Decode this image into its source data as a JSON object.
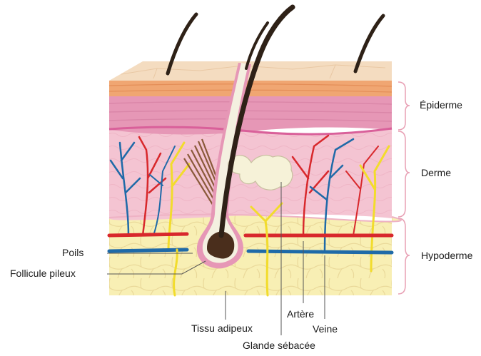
{
  "labels": {
    "epiderme": "Épiderme",
    "derme": "Derme",
    "hypoderme": "Hypoderme",
    "poils": "Poils",
    "follicule_pileux": "Follicule pileux",
    "tissu_adipeux": "Tissu adipeux",
    "artere": "Artère",
    "veine": "Veine",
    "glande_sebacee": "Glande sébacée"
  },
  "colors": {
    "surface": "#f4dcc0",
    "stratum": "#f0a672",
    "epidermis": "#e697b6",
    "dermis": "#f4c4d2",
    "hypodermis_fat": "#f8efb4",
    "artery": "#d8282c",
    "vein": "#1f6aa8",
    "nerve": "#f2dc2c",
    "hair": "#2e2117",
    "follicle_sheath": "#f4f0e0",
    "bracket": "#e8a0b4"
  }
}
